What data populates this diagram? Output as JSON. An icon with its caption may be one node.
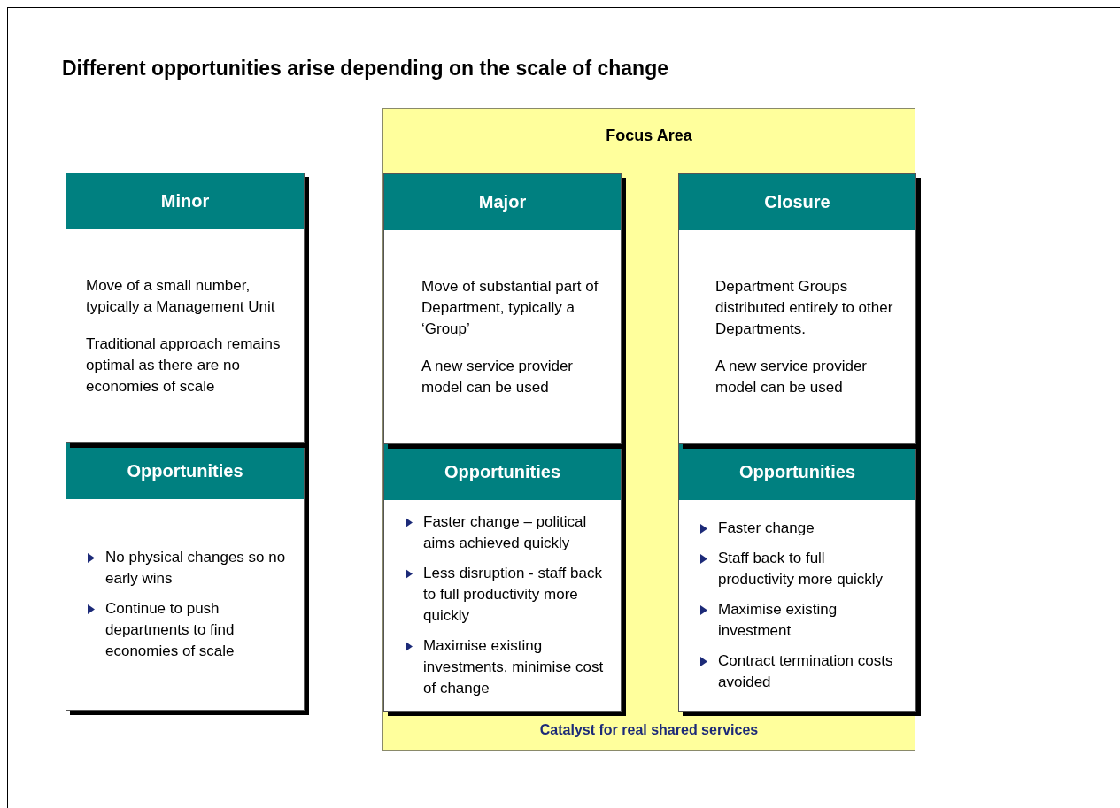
{
  "diagram": {
    "title": "Different opportunities arise depending on the scale of change",
    "nodes": [
      {
        "text": [
          "Minor",
          "Move of a small number, typically a Management Unit",
          "Traditional approach remains optimal as there are no economies of scale"
        ]
      },
      {
        "text": [
          "Opportunities",
          "No physical changes so no early wins",
          "Continue to push departments to find economies of scale"
        ]
      },
      {
        "text": [
          "Focus Area",
          "Catalyst for real shared services"
        ]
      },
      {
        "text": [
          "Major",
          "Move of substantial part of Department, typically a ‘Group’",
          "A new service provider model can be used"
        ],
        "in": 2
      },
      {
        "text": [
          "Opportunities",
          "Faster change – political aims achieved quickly",
          "Less disruption  - staff back to full productivity more quickly",
          "Maximise existing investments, minimise cost of change"
        ],
        "in": 2
      },
      {
        "text": [
          "Closure",
          "Department Groups distributed entirely to other Departments.",
          "A new service provider model can be used"
        ],
        "in": 2
      },
      {
        "text": [
          "Opportunities",
          "Faster change",
          "Staff back to full productivity more quickly",
          "Maximise existing investment",
          "Contract termination costs avoided"
        ],
        "in": 2
      }
    ]
  }
}
